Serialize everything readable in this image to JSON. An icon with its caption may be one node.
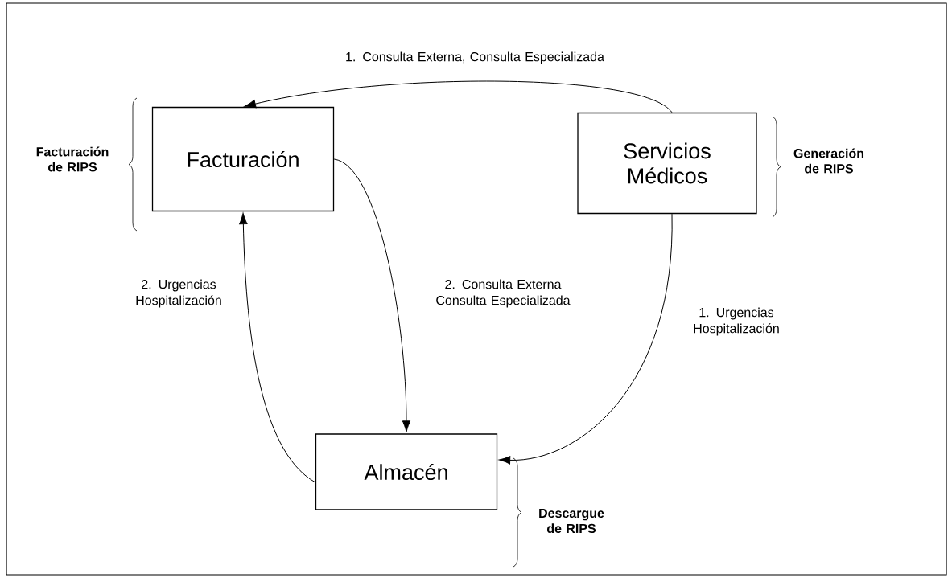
{
  "diagram": {
    "nodes": [
      {
        "text": [
          "Facturación"
        ],
        "beside": [
          "Facturación de RIPS"
        ]
      },
      {
        "text": [
          "Servicios Médicos"
        ],
        "beside": [
          "Generación de RIPS"
        ]
      },
      {
        "text": [
          "Almacén"
        ],
        "beside": [
          "Descargue de RIPS"
        ]
      }
    ],
    "edges": [
      {
        "from": 1,
        "to": 0,
        "arrow": "to",
        "label": "1. Consulta Externa, Consulta Especializada"
      },
      {
        "from": 0,
        "to": 2,
        "arrow": "to",
        "label": "2. Consulta Externa Consulta Especializada"
      },
      {
        "from": 1,
        "to": 2,
        "arrow": "to",
        "label": "1. Urgencias Hospitalización"
      },
      {
        "from": 2,
        "to": 0,
        "arrow": "to",
        "label": "2. Urgencias Hospitalización"
      }
    ]
  }
}
